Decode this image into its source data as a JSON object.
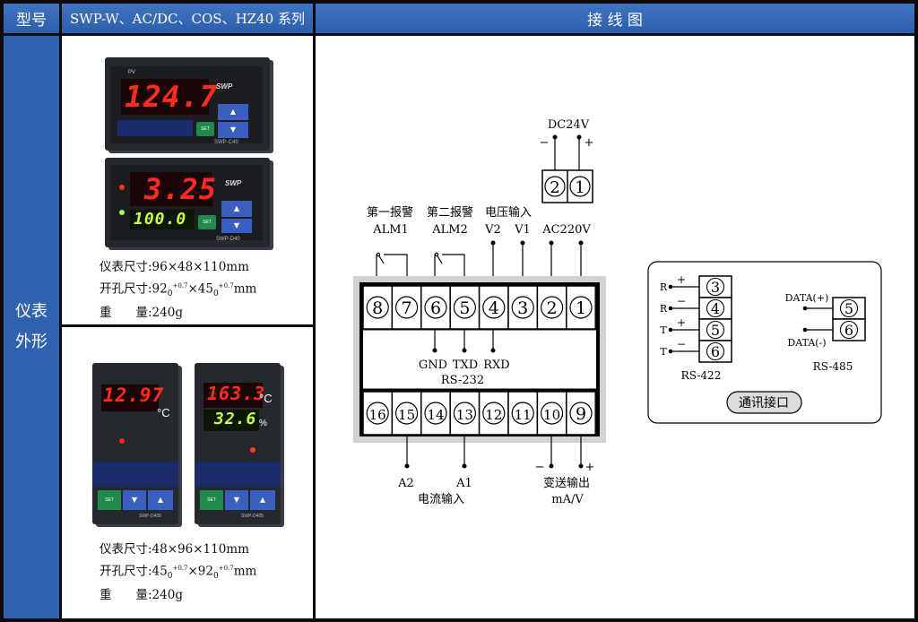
{
  "header": {
    "model_label": "型号",
    "series_title": "SWP-W、AC/DC、COS、HZ40 系列",
    "wiring_title": "接 线 图"
  },
  "sidebar": {
    "label_line1": "仪表",
    "label_line2": "外形"
  },
  "devices": {
    "horizontal": {
      "unit1": {
        "pv": "124.7",
        "brand": "SWP",
        "model": "SWP-C40",
        "pv_label": "PV"
      },
      "unit2": {
        "pv": "3.25",
        "sv": "100.0",
        "brand": "SWP",
        "model": "SWP-D40"
      },
      "spec": {
        "size_label": "仪表尺寸",
        "size_value": ":96×48×110mm",
        "cut_label": "开孔尺寸",
        "cut_a": ":92",
        "cut_b": "×45",
        "cut_unit": "mm",
        "weight_label": "重　　量",
        "weight_value": ":240g"
      }
    },
    "vertical": {
      "unit1": {
        "pv": "12.97",
        "unit": "°C",
        "model": "SWP-D405"
      },
      "unit2": {
        "pv": "163.3",
        "sv": "32.6",
        "unit": "°C",
        "sv_unit": "%",
        "model": "SWP-D405"
      },
      "spec": {
        "size_label": "仪表尺寸",
        "size_value": ":48×96×110mm",
        "cut_label": "开孔尺寸",
        "cut_a": ":45",
        "cut_b": "×92",
        "cut_unit": "mm",
        "weight_label": "重　　量",
        "weight_value": ":240g"
      }
    },
    "tolerance_sup": "+0.7",
    "tolerance_sub": "0",
    "set_label": "SET"
  },
  "wiring": {
    "dc24v": "DC24V",
    "dc_terminals": [
      "2",
      "1"
    ],
    "top_labels": {
      "alarm1": "第一报警",
      "alm1": "ALM1",
      "alarm2": "第二报警",
      "alm2": "ALM2",
      "voltage_in": "电压输入",
      "v2": "V2",
      "v1": "V1",
      "ac220v": "AC220V"
    },
    "top_terminals": [
      "8",
      "7",
      "6",
      "5",
      "4",
      "3",
      "2",
      "1"
    ],
    "bottom_terminals": [
      "16",
      "15",
      "14",
      "13",
      "12",
      "11",
      "10",
      "9"
    ],
    "rs232": {
      "gnd": "GND",
      "txd": "TXD",
      "rxd": "RXD",
      "label": "RS-232"
    },
    "bottom_labels": {
      "a2": "A2",
      "a1": "A1",
      "current_in": "电流输入",
      "transmit_out": "变送输出",
      "ma_v": "mA/V"
    },
    "minus": "−",
    "plus": "+"
  },
  "comm": {
    "rs422_rows": [
      {
        "letter": "R",
        "sign": "+",
        "terminal": "3"
      },
      {
        "letter": "R",
        "sign": "−",
        "terminal": "4"
      },
      {
        "letter": "T",
        "sign": "+",
        "terminal": "5"
      },
      {
        "letter": "T",
        "sign": "−",
        "terminal": "6"
      }
    ],
    "rs422_label": "RS-422",
    "rs485_rows": [
      {
        "label": "DATA(+)",
        "terminal": "5"
      },
      {
        "label": "DATA(-)",
        "terminal": "6"
      }
    ],
    "rs485_label": "RS-485",
    "button_label": "通讯接口"
  },
  "colors": {
    "header_blue": "#2f63b2",
    "led_red": "#ff2a1a",
    "led_green": "#c8ff3a",
    "frame": "#0b0b0b"
  }
}
